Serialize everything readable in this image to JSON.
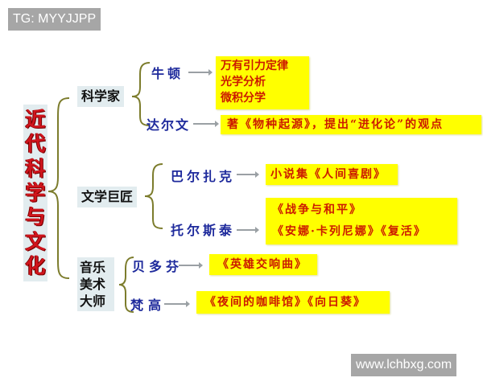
{
  "watermarks": {
    "top_left": "TG: MYYJJPP",
    "bottom_right": "www.lchbxg.com"
  },
  "root": {
    "title_chars": [
      "近",
      "代",
      "科",
      "学",
      "与",
      "文",
      "化"
    ],
    "title": "近代科学与文化"
  },
  "colors": {
    "root_text": "#d0141c",
    "category_bg": "#e2ecef",
    "person_text": "#1e2a9c",
    "box_bg": "#ffff00",
    "box_text": "#cc1a00",
    "brace": "#7c7c2c",
    "arrow": "#9aa0a4"
  },
  "categories": [
    {
      "label": "科学家",
      "people": [
        {
          "name": "牛顿",
          "achievements": [
            "万有引力定律",
            "光学分析",
            "微积分学"
          ]
        },
        {
          "name": "达尔文",
          "achievements": [
            "著《物种起源》，提出“进化论”的观点"
          ]
        }
      ]
    },
    {
      "label": "文学巨匠",
      "people": [
        {
          "name": "巴尔扎克",
          "achievements": [
            "小说集《人间喜剧》"
          ]
        },
        {
          "name": "托尔斯泰",
          "achievements": [
            "《战争与和平》",
            "《安娜·卡列尼娜》《复活》"
          ]
        }
      ]
    },
    {
      "label_lines": [
        "音乐",
        "美术",
        "大师"
      ],
      "label": "音乐美术大师",
      "people": [
        {
          "name": "贝多芬",
          "achievements": [
            "《英雄交响曲》"
          ]
        },
        {
          "name": "梵高",
          "achievements": [
            "《夜间的咖啡馆》《向日葵》"
          ]
        }
      ]
    }
  ]
}
